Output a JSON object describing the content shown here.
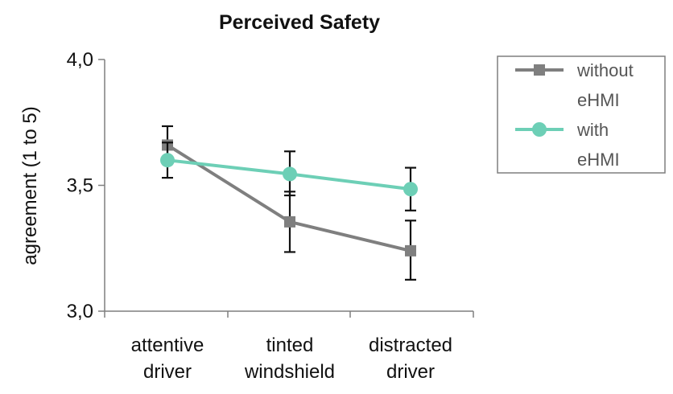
{
  "chart_data": {
    "type": "line",
    "title": "Perceived Safety",
    "ylabel": "agreement  (1 to 5)",
    "xlabel": "",
    "categories": [
      [
        "attentive",
        "driver"
      ],
      [
        "tinted",
        "windshield"
      ],
      [
        "distracted",
        "driver"
      ]
    ],
    "ylim": [
      3.0,
      4.0
    ],
    "yticks": [
      3.0,
      3.5,
      4.0
    ],
    "ytick_labels": [
      "3,0",
      "3,5",
      "4,0"
    ],
    "grid": false,
    "legend_position": "right",
    "series": [
      {
        "name": [
          "without",
          "eHMI"
        ],
        "color": "#7f7f7f",
        "marker": "square",
        "values": [
          3.66,
          3.355,
          3.24
        ],
        "error_low": [
          3.59,
          3.235,
          3.125
        ],
        "error_high": [
          3.735,
          3.475,
          3.36
        ]
      },
      {
        "name": [
          "with",
          "eHMI"
        ],
        "color": "#6dcfb6",
        "marker": "circle",
        "values": [
          3.6,
          3.545,
          3.485
        ],
        "error_low": [
          3.53,
          3.46,
          3.4
        ],
        "error_high": [
          3.67,
          3.635,
          3.57
        ]
      }
    ]
  }
}
